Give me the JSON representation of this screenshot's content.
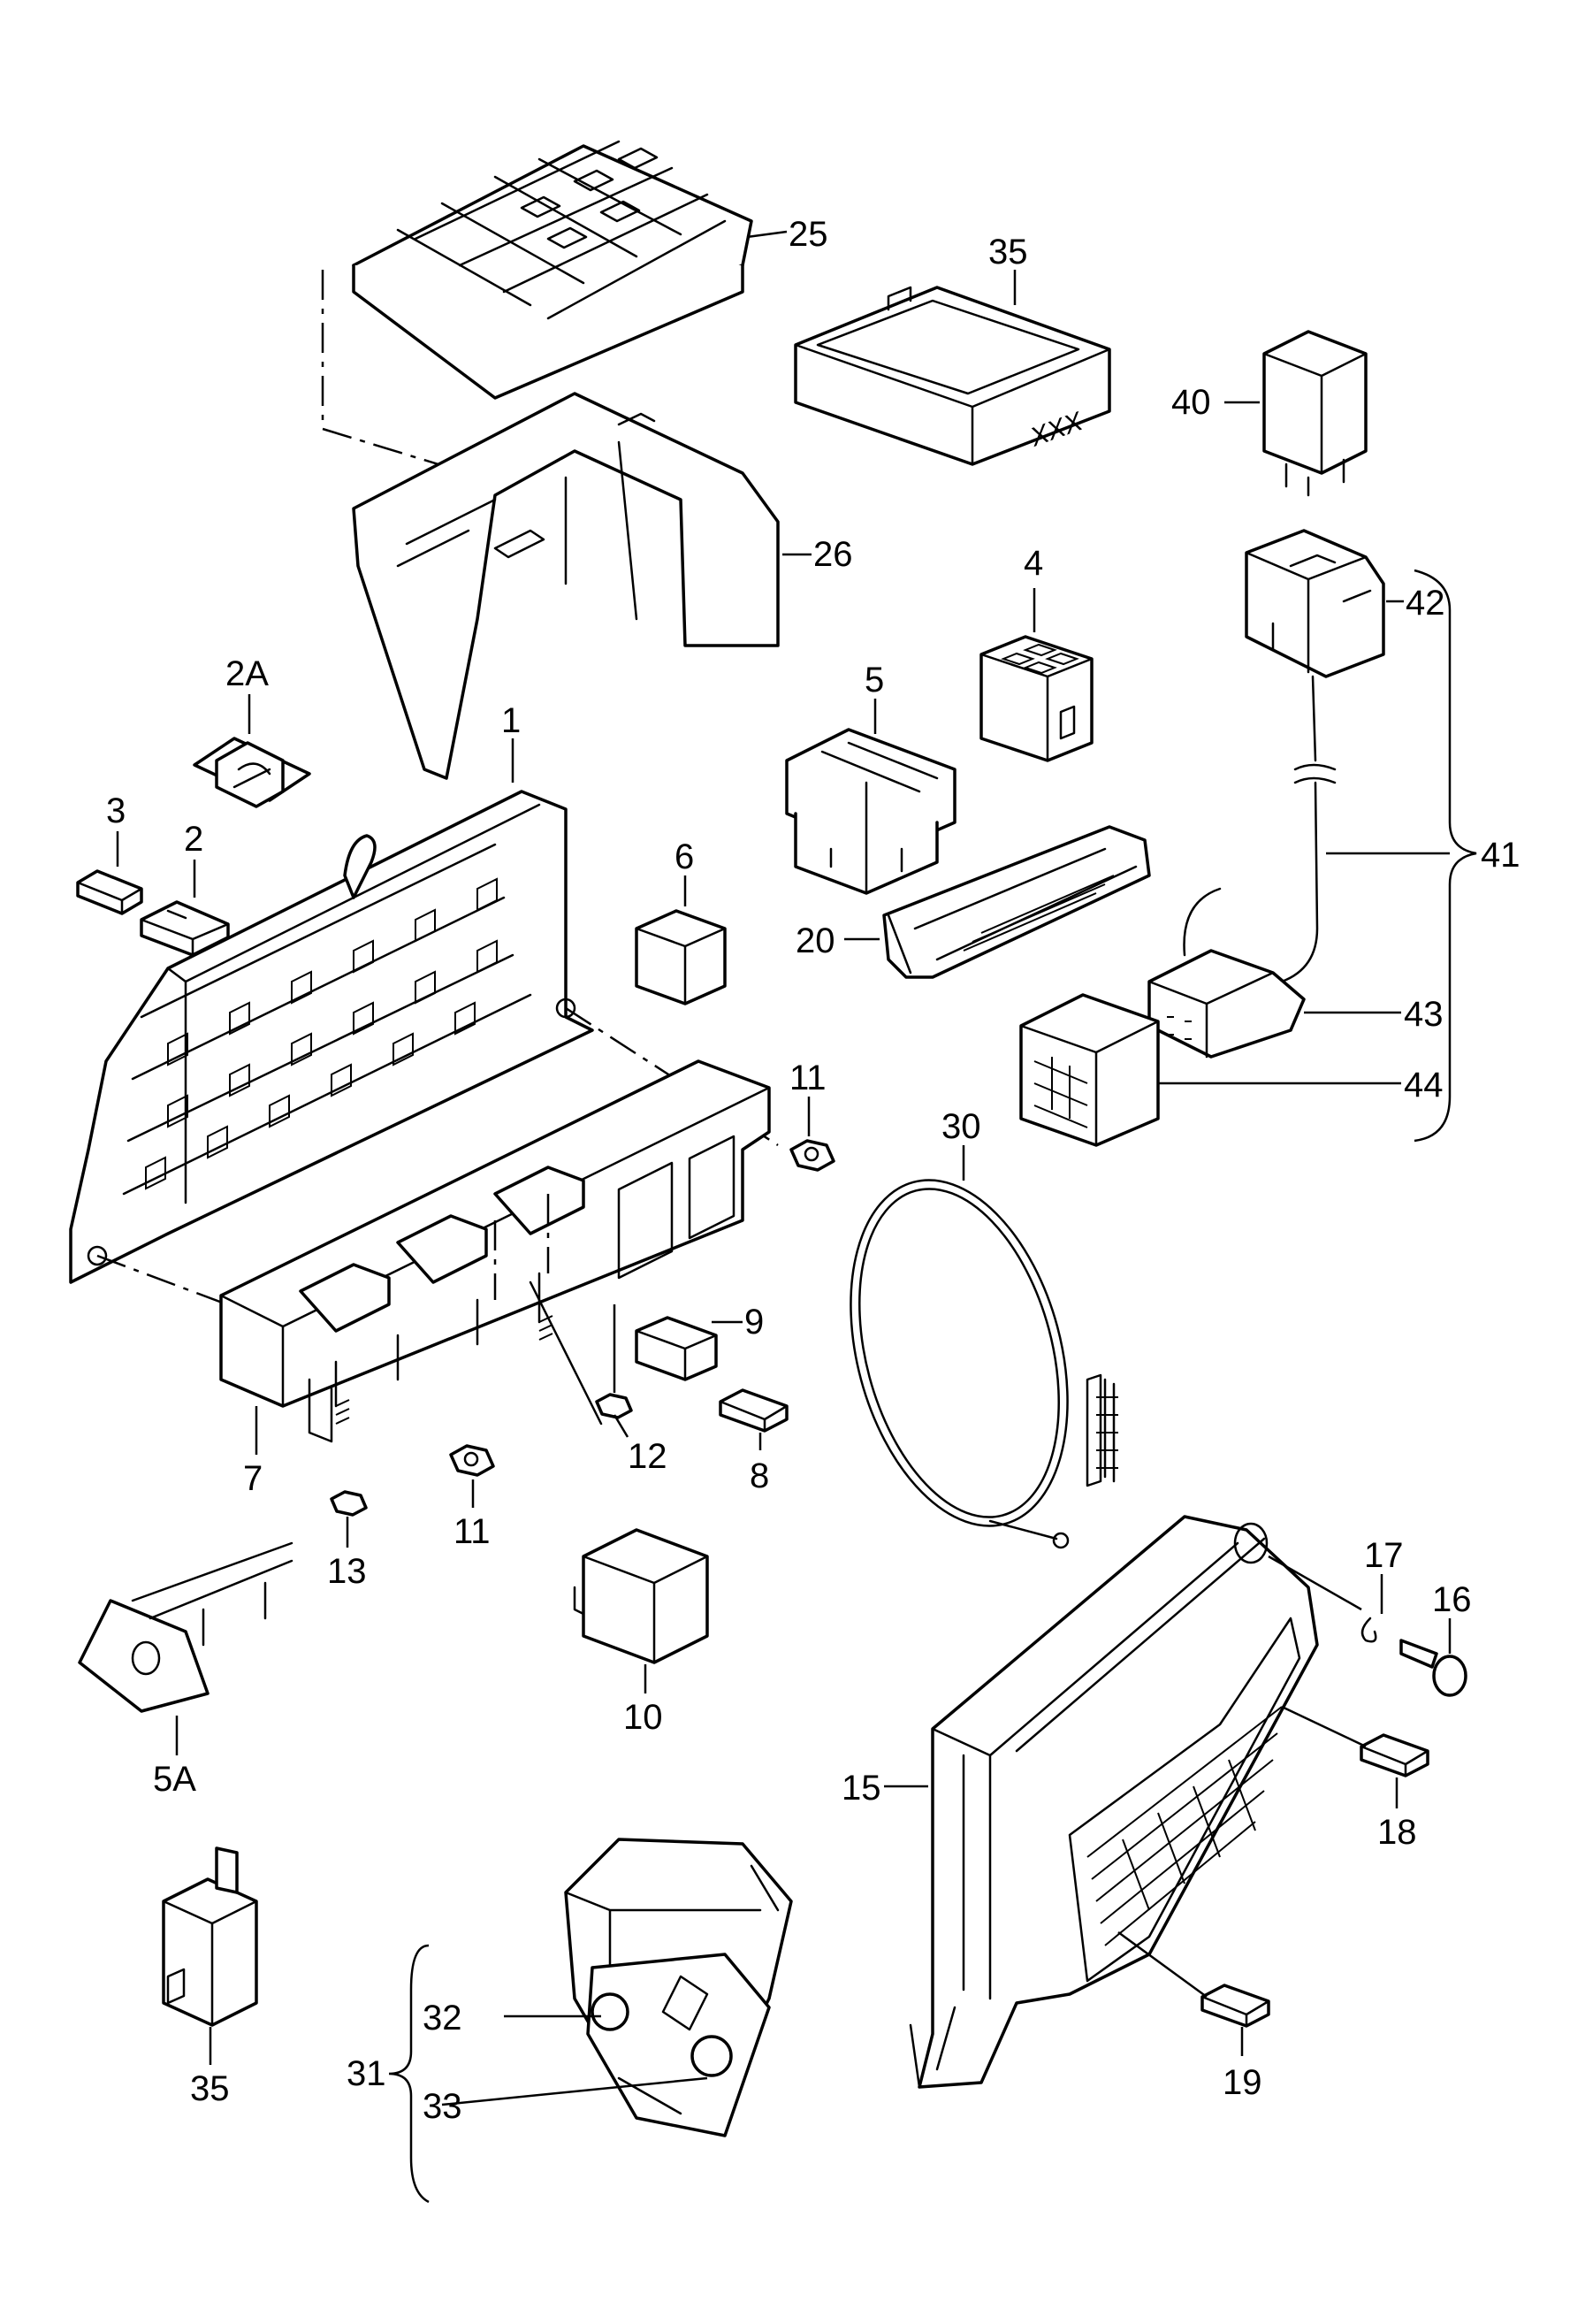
{
  "callouts": {
    "c25": "25",
    "c35a": "35",
    "c40": "40",
    "c26": "26",
    "c4": "4",
    "c42": "42",
    "c2A": "2A",
    "c1": "1",
    "c5": "5",
    "c3": "3",
    "c2": "2",
    "c6": "6",
    "c41": "41",
    "c20": "20",
    "c43": "43",
    "c11a": "11",
    "c44": "44",
    "c30": "30",
    "c9": "9",
    "c12": "12",
    "c7": "7",
    "c8": "8",
    "c11b": "11",
    "c13": "13",
    "c10": "10",
    "c17": "17",
    "c16": "16",
    "c5A": "5A",
    "c15": "15",
    "c18": "18",
    "c32": "32",
    "c31": "31",
    "c33": "33",
    "c35b": "35",
    "c19": "19"
  },
  "relay_marking": "XXX"
}
